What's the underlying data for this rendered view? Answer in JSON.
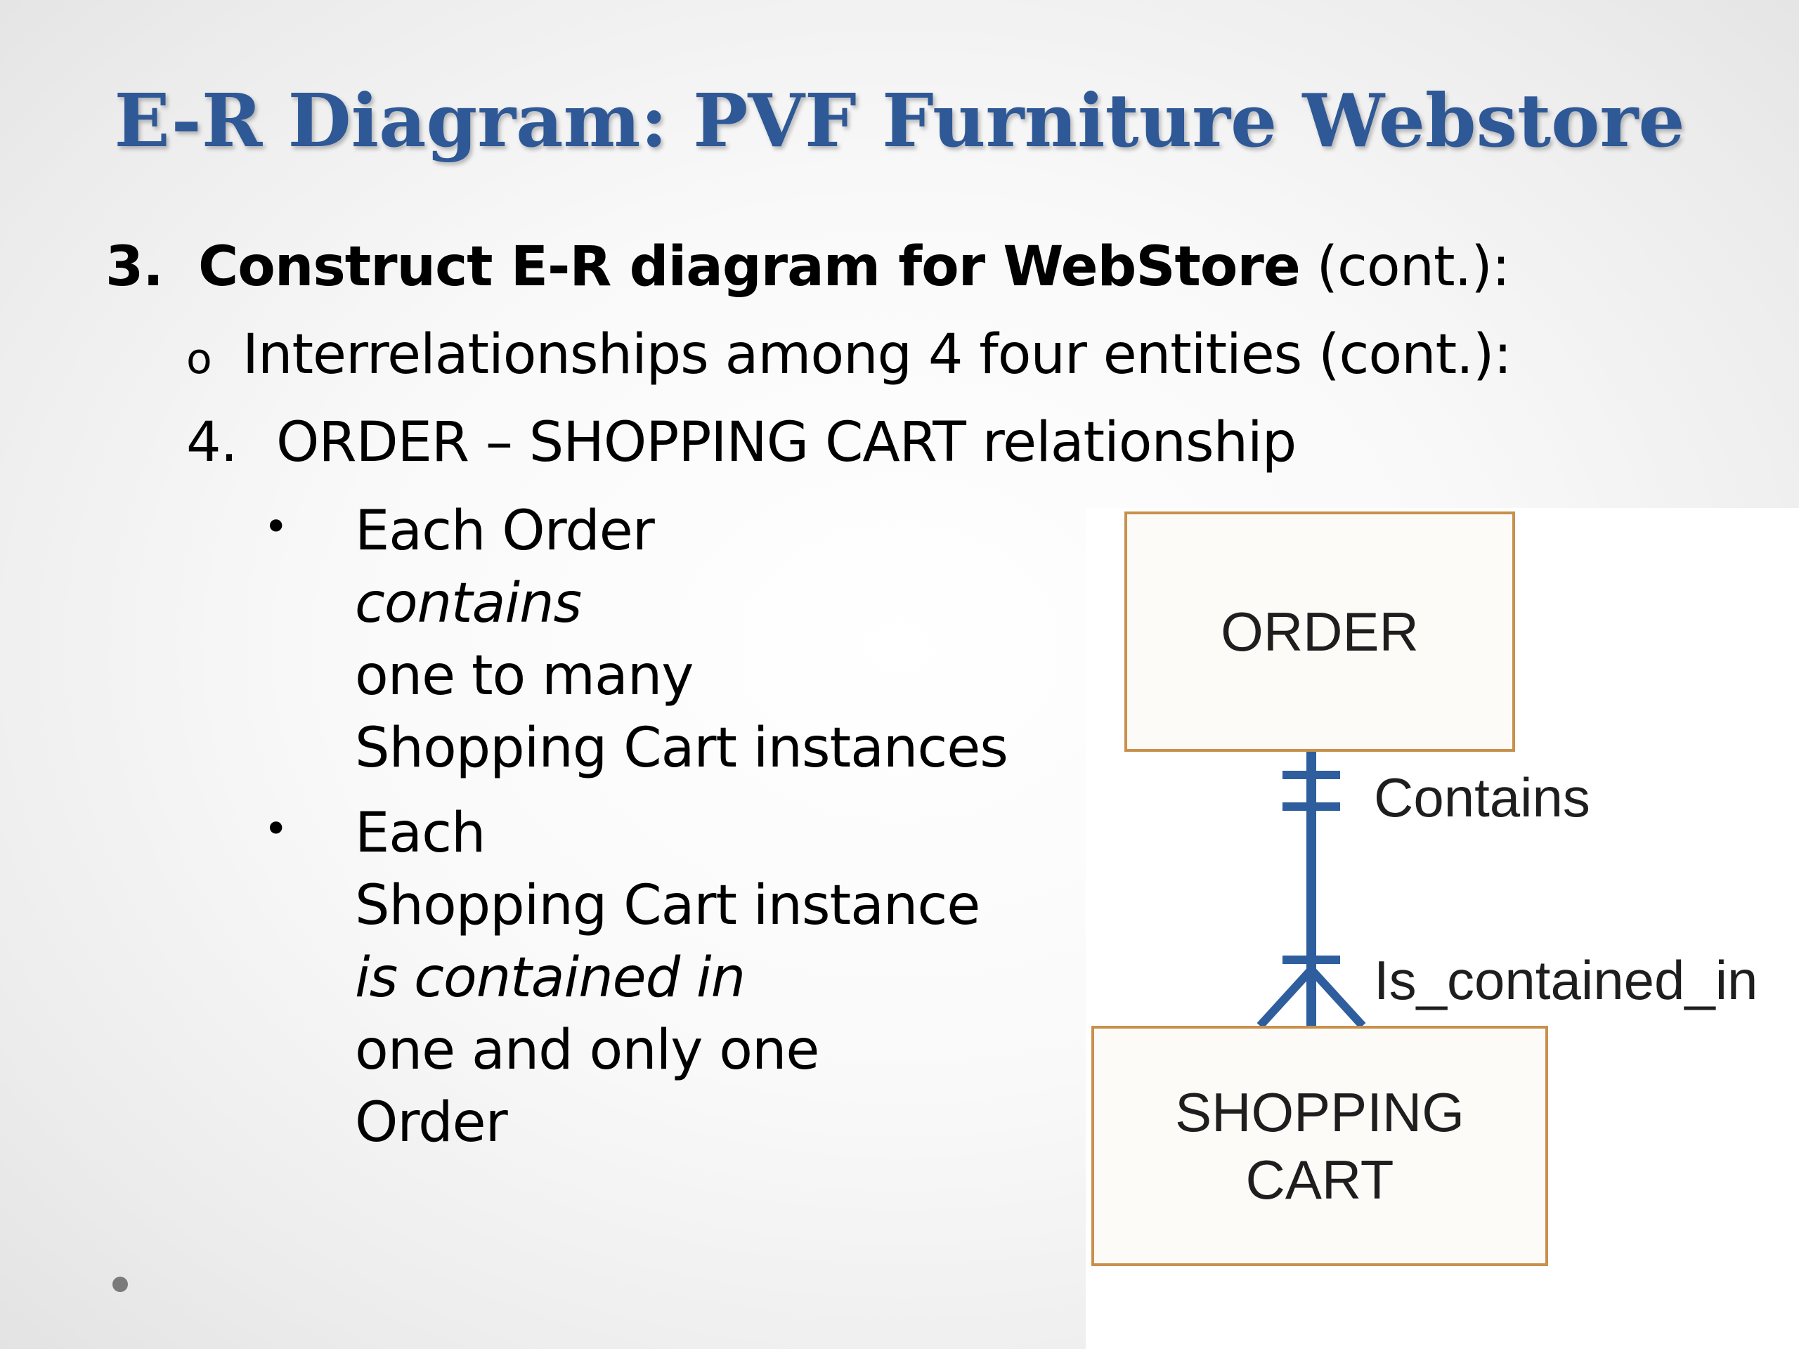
{
  "slide": {
    "title": "E-R Diagram: PVF Furniture Webstore",
    "step3": {
      "number": "3.",
      "bold_text": "Construct E-R diagram for WebStore",
      "suffix": " (cont.):"
    },
    "sub_point": {
      "marker": "o",
      "text": "Interrelationships among 4 four entities (cont.):"
    },
    "step4": {
      "number": "4.",
      "text": "ORDER – SHOPPING CART relationship"
    },
    "bullets": [
      {
        "marker": "•",
        "lines": [
          "Each Order",
          "contains",
          "one to many",
          "Shopping Cart instances"
        ]
      },
      {
        "marker": "•",
        "lines": [
          "Each",
          "Shopping Cart instance",
          "is contained in",
          "one and only one",
          "Order"
        ]
      }
    ]
  },
  "diagram": {
    "entities": {
      "order": "ORDER",
      "cart_line1": "SHOPPING",
      "cart_line2": "CART"
    },
    "relationship_labels": {
      "forward": "Contains",
      "reverse": "Is_contained_in"
    },
    "cardinality": {
      "order_end": "mandatory one (one and only one)",
      "cart_end": "mandatory many (one to many)"
    },
    "colors": {
      "entity_border": "#c8904b",
      "connector": "#2e5e9e",
      "title": "#2f5896"
    }
  }
}
